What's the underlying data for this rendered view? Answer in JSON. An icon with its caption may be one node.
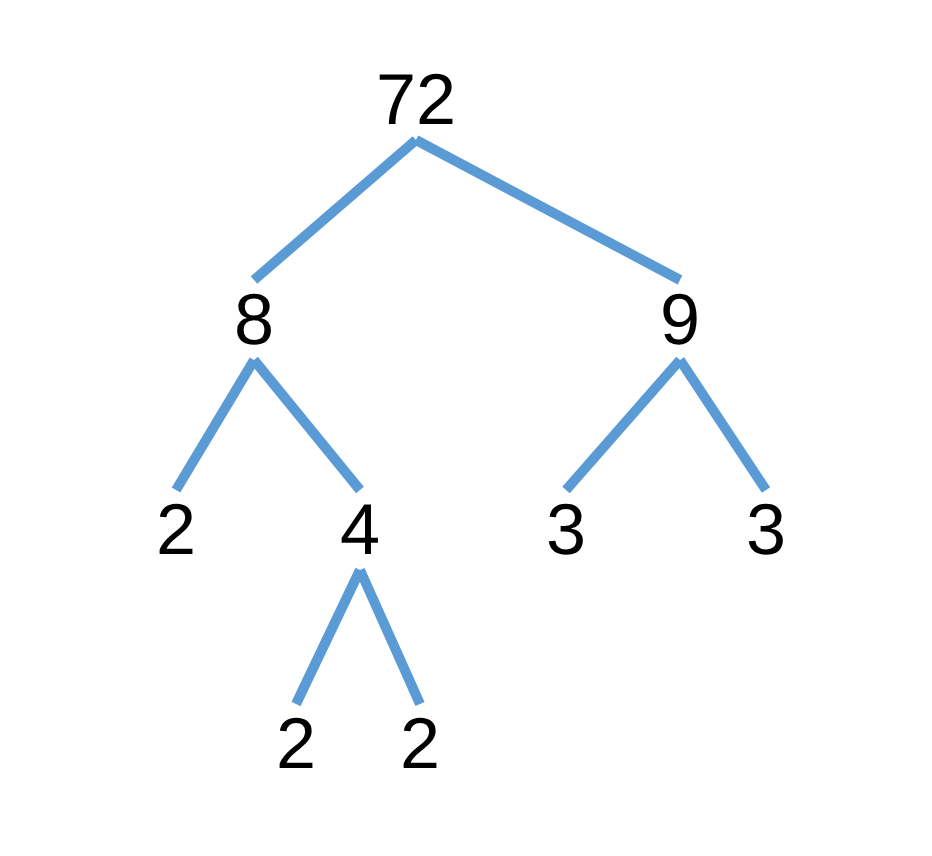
{
  "diagram": {
    "nodes": [
      {
        "text": [
          "72"
        ]
      },
      {
        "text": [
          "8"
        ]
      },
      {
        "text": [
          "9"
        ]
      },
      {
        "text": [
          "2"
        ]
      },
      {
        "text": [
          "4"
        ]
      },
      {
        "text": [
          "3"
        ]
      },
      {
        "text": [
          "3"
        ]
      },
      {
        "text": [
          "2"
        ]
      },
      {
        "text": [
          "2"
        ]
      }
    ],
    "edges": [
      {
        "from": 0,
        "to": 1,
        "arrow": "none"
      },
      {
        "from": 0,
        "to": 2,
        "arrow": "none"
      },
      {
        "from": 1,
        "to": 3,
        "arrow": "none"
      },
      {
        "from": 1,
        "to": 4,
        "arrow": "none"
      },
      {
        "from": 2,
        "to": 5,
        "arrow": "none"
      },
      {
        "from": 2,
        "to": 6,
        "arrow": "none"
      },
      {
        "from": 4,
        "to": 7,
        "arrow": "none"
      },
      {
        "from": 4,
        "to": 8,
        "arrow": "none"
      }
    ]
  }
}
